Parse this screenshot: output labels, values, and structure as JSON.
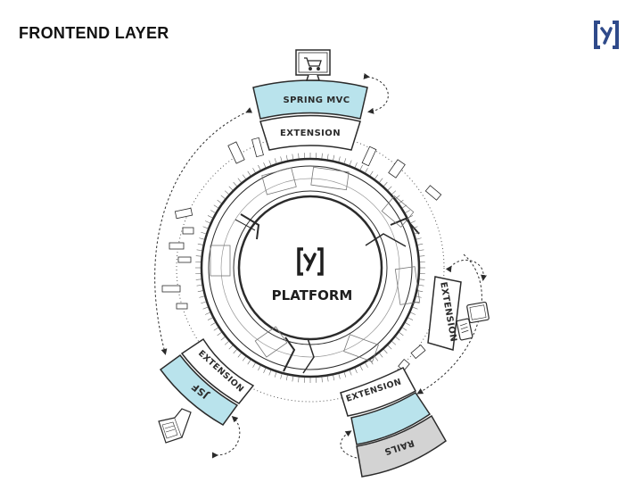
{
  "slide": {
    "title": "FRONTEND LAYER"
  },
  "colors": {
    "accent_blue": "#b9e3ec",
    "rails_gray": "#d3d3d3",
    "logo_blue": "#2f4a8a",
    "line": "#2b2b2b"
  },
  "icons": [
    "logo-icon",
    "monitor-cart-icon",
    "mobile-devices-icon",
    "handheld-device-icon"
  ],
  "diagram": {
    "center_label": "PLATFORM",
    "segments": {
      "spring_mvc": "SPRING MVC",
      "top_extension": "EXTENSION",
      "right_extension": "EXTENSION",
      "bottom_extension": "EXTENSION",
      "rails": "RAILS",
      "left_extension": "EXTENSION",
      "jsf": "JSF"
    }
  }
}
